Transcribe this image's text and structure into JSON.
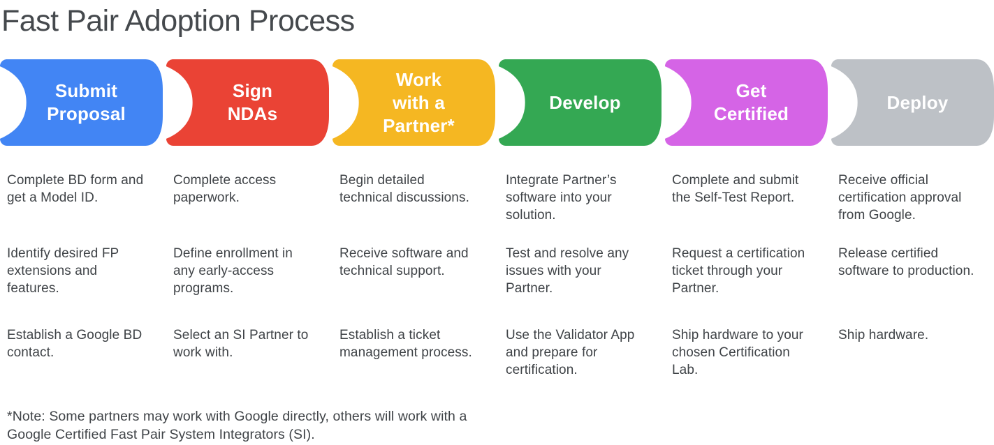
{
  "title": "Fast Pair Adoption Process",
  "note": "*Note: Some partners may work with Google directly, others will work with a Google Certified Fast Pair System Integrators (SI).",
  "colors": {
    "background": "#ffffff",
    "title_text": "#45494d",
    "body_text": "#3f4347",
    "label_text": "#ffffff"
  },
  "steps": [
    {
      "label": "Submit Proposal",
      "label_lines": [
        "Submit",
        "Proposal"
      ],
      "color": "#4285F4",
      "items": [
        "Complete BD form and get a Model ID.",
        "Identify desired FP extensions and features.",
        "Establish a Google BD contact."
      ]
    },
    {
      "label": "Sign NDAs",
      "label_lines": [
        "Sign",
        "NDAs"
      ],
      "color": "#EA4335",
      "items": [
        "Complete access paperwork.",
        "Define enrollment in any early-access programs.",
        "Select an SI Partner to work with."
      ]
    },
    {
      "label": "Work with a Partner*",
      "label_lines": [
        "Work",
        "with a",
        "Partner*"
      ],
      "color": "#F5B722",
      "items": [
        "Begin detailed technical discussions.",
        "Receive software and technical support.",
        "Establish a ticket management process."
      ]
    },
    {
      "label": "Develop",
      "label_lines": [
        "Develop"
      ],
      "color": "#34A853",
      "items": [
        "Integrate Partner’s software into your solution.",
        "Test and resolve any issues with your Partner.",
        "Use the Validator App and prepare for certification."
      ]
    },
    {
      "label": "Get Certified",
      "label_lines": [
        "Get",
        "Certified"
      ],
      "color": "#D564E6",
      "items": [
        "Complete and submit the Self-Test Report.",
        "Request a certification ticket through your Partner.",
        "Ship hardware to your chosen Certification Lab."
      ]
    },
    {
      "label": "Deploy",
      "label_lines": [
        "Deploy"
      ],
      "color": "#BDC1C6",
      "items": [
        "Receive official certification approval from Google.",
        "Release certified software to production.",
        "Ship hardware."
      ]
    }
  ]
}
